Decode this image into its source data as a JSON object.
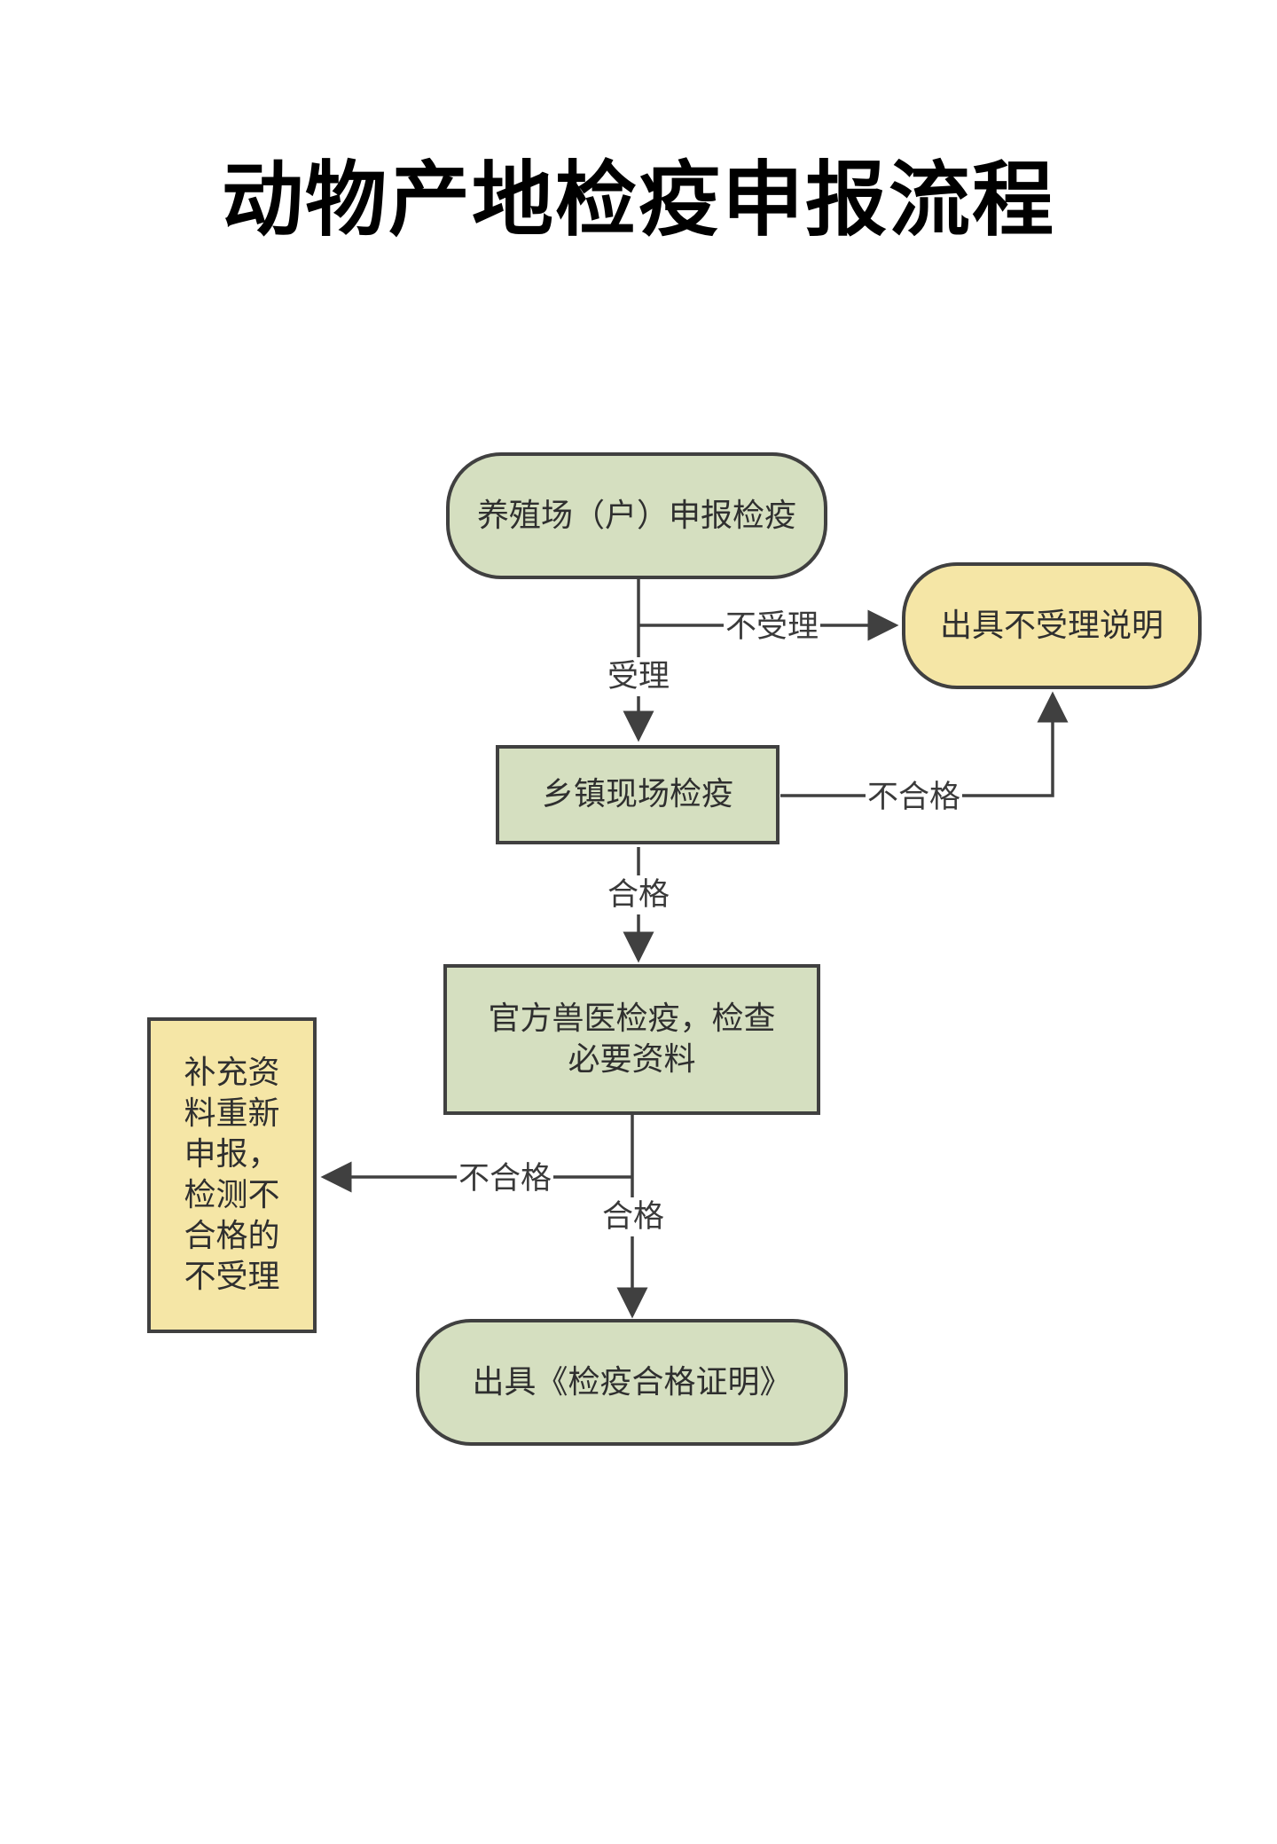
{
  "title": "动物产地检疫申报流程",
  "nodes": {
    "start": "养殖场（户）申报检疫",
    "reject_note": "出具不受理说明",
    "township": "乡镇现场检疫",
    "official": "官方兽医检疫，检查必要资料",
    "supplement": "补充资料重新申报，检测不合格的不受理",
    "certificate": "出具《检疫合格证明》"
  },
  "edges": {
    "not_accepted": "不受理",
    "accepted": "受理",
    "township_fail": "不合格",
    "township_pass": "合格",
    "official_fail": "不合格",
    "official_pass": "合格"
  },
  "colors": {
    "node_green": "#d5dfc0",
    "node_yellow": "#f5e6a6",
    "border": "#404040",
    "line": "#404040"
  }
}
